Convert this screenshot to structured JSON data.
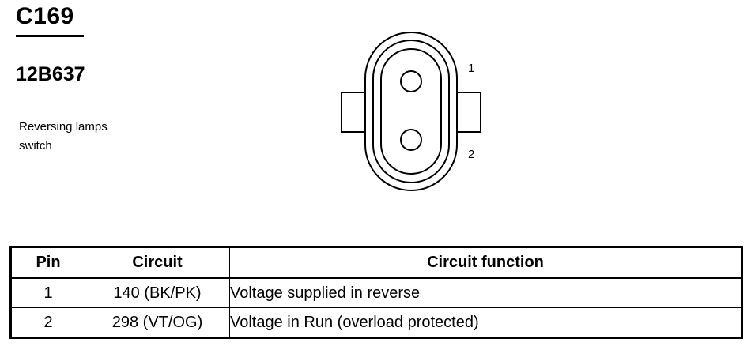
{
  "header": {
    "connector_id": "C169",
    "part_number": "12B637",
    "description_lines": [
      "Reversing lamps",
      "switch"
    ]
  },
  "diagram": {
    "pin_labels": [
      "1",
      "2"
    ]
  },
  "table": {
    "columns": [
      "Pin",
      "Circuit",
      "Circuit function"
    ],
    "rows": [
      {
        "pin": "1",
        "circuit": "140 (BK/PK)",
        "function": "Voltage supplied in reverse"
      },
      {
        "pin": "2",
        "circuit": "298 (VT/OG)",
        "function": "Voltage in Run (overload protected)"
      }
    ]
  }
}
